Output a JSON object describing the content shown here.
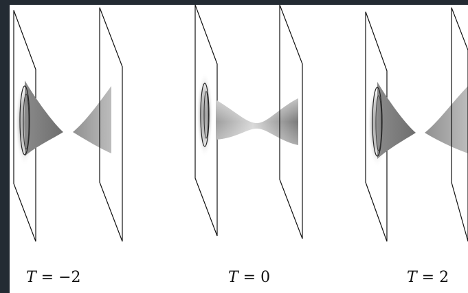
{
  "panels": [
    {
      "variable": "T",
      "relation": " = ",
      "value": "−2"
    },
    {
      "variable": "T",
      "relation": " = ",
      "value": "0"
    },
    {
      "variable": "T",
      "relation": " = ",
      "value": "2"
    }
  ]
}
